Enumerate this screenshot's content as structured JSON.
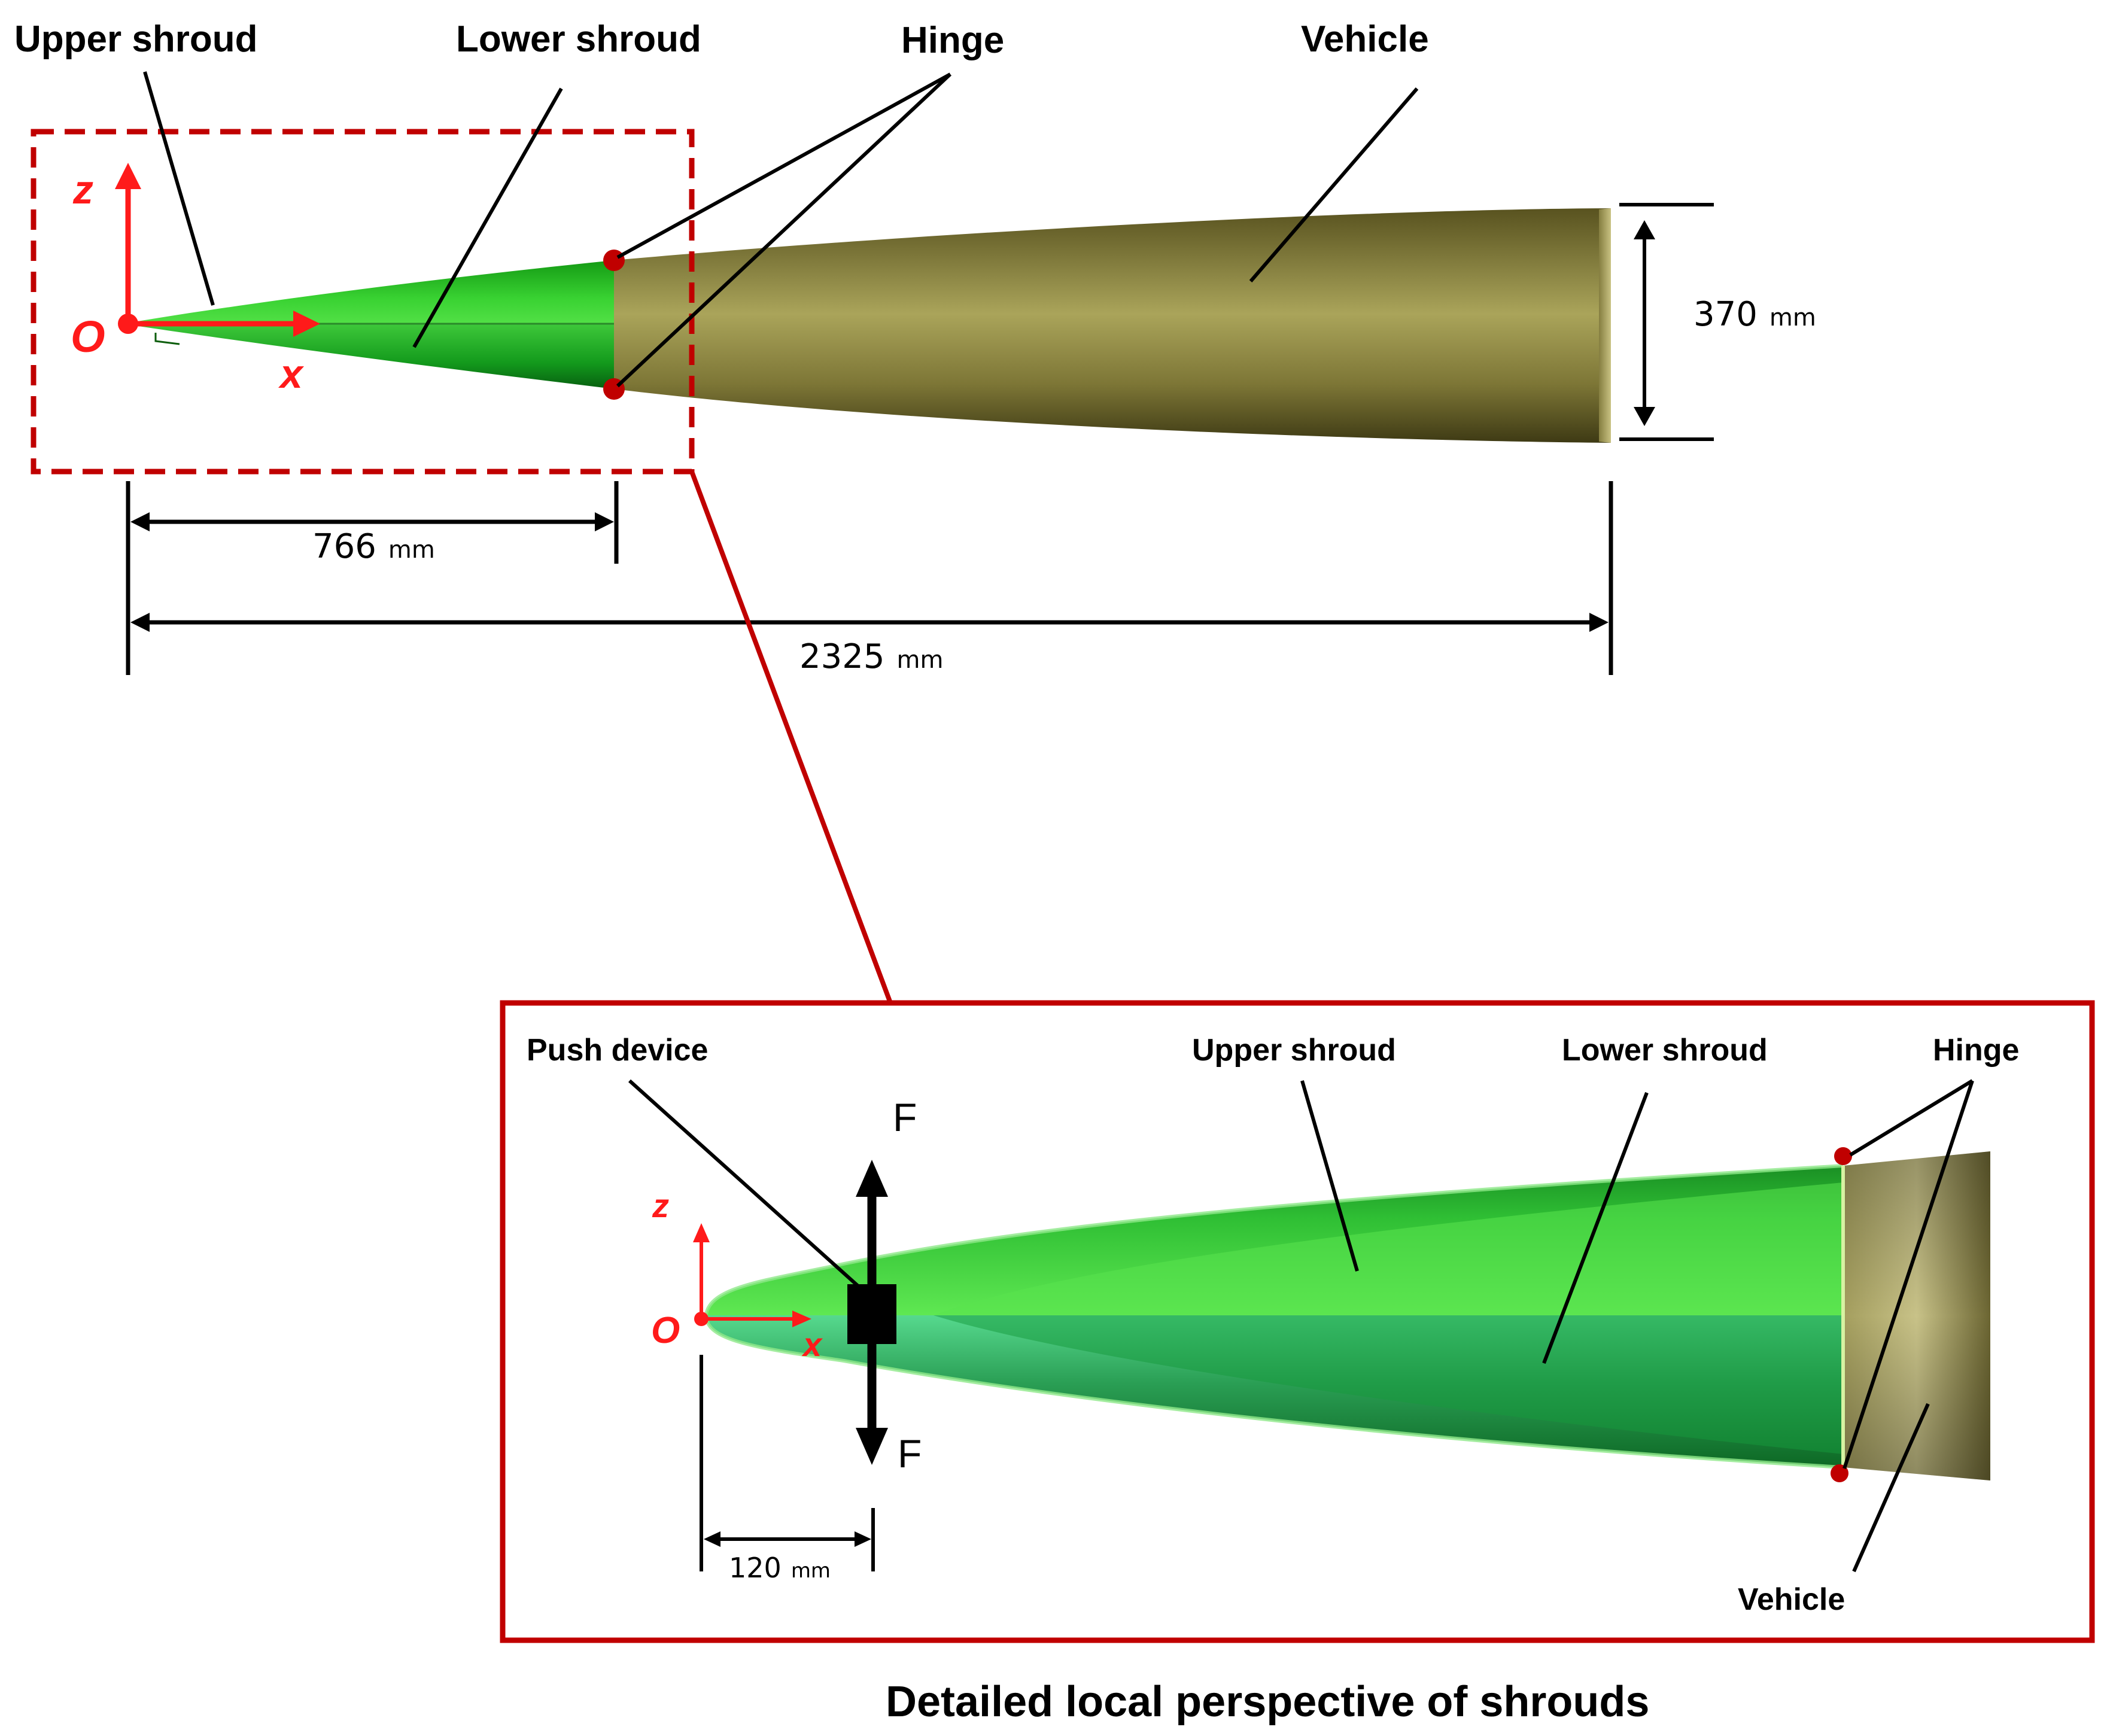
{
  "labels": {
    "upper_shroud": "Upper shroud",
    "lower_shroud": "Lower shroud",
    "hinge": "Hinge",
    "vehicle": "Vehicle",
    "push_device": "Push device"
  },
  "dimensions": {
    "diameter_value": "370",
    "shroud_length_value": "766",
    "total_length_value": "2325",
    "push_offset_value": "120",
    "unit": "mm"
  },
  "axes": {
    "origin": "O",
    "x": "x",
    "z": "z"
  },
  "forces": {
    "up": "F",
    "down": "F"
  },
  "caption": "Detailed local perspective of shrouds",
  "colors": {
    "shroud_green": "#3fd43a",
    "shroud_green_dark": "#0f7a14",
    "vehicle_olive": "#a9a35a",
    "vehicle_dark": "#4a4520",
    "accent_red": "#c00000",
    "axis_red": "#ff1a1a"
  }
}
